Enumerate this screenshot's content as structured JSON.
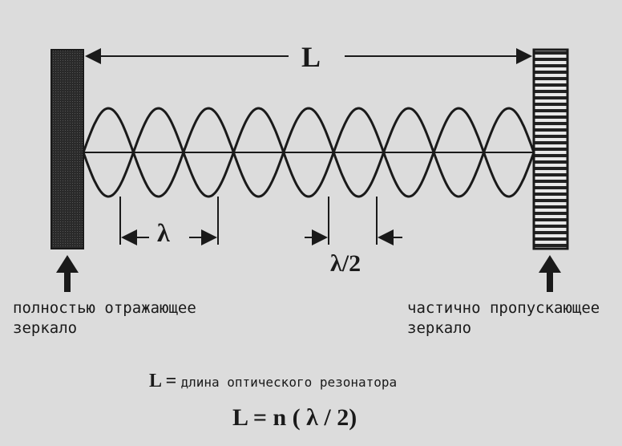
{
  "diagram": {
    "length_label": "L",
    "wavelength_label": "λ",
    "half_wavelength_label": "λ/2",
    "left_mirror": {
      "line1": "полностью отражающее",
      "line2": "зеркало"
    },
    "right_mirror": {
      "line1": "частично пропускающее",
      "line2": "зеркало"
    },
    "definition": {
      "symbol": "L =",
      "text": "длина оптического резонатора"
    },
    "formula": "L = n ( λ / 2)",
    "wave": {
      "half_wavelengths": 9
    }
  }
}
